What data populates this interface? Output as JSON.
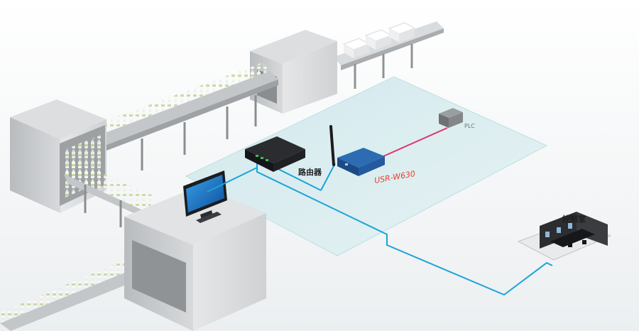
{
  "labels": {
    "router": "路由器",
    "device": "USR-W630",
    "plc": "PLC",
    "control_room": "控制室"
  },
  "colors": {
    "background": "#f2f4f5",
    "floor_panel": "#d6ecef",
    "network_line": "#1aa3d8",
    "serial_line": "#e0336b",
    "device_label": "#e0442a",
    "machine_body": "#c9cccf",
    "machine_dark": "#8d9195"
  },
  "icons": {
    "router": "router-icon",
    "device": "serial-server-icon",
    "plc": "plc-icon",
    "monitor": "monitor-icon",
    "control_room": "control-room-icon"
  }
}
